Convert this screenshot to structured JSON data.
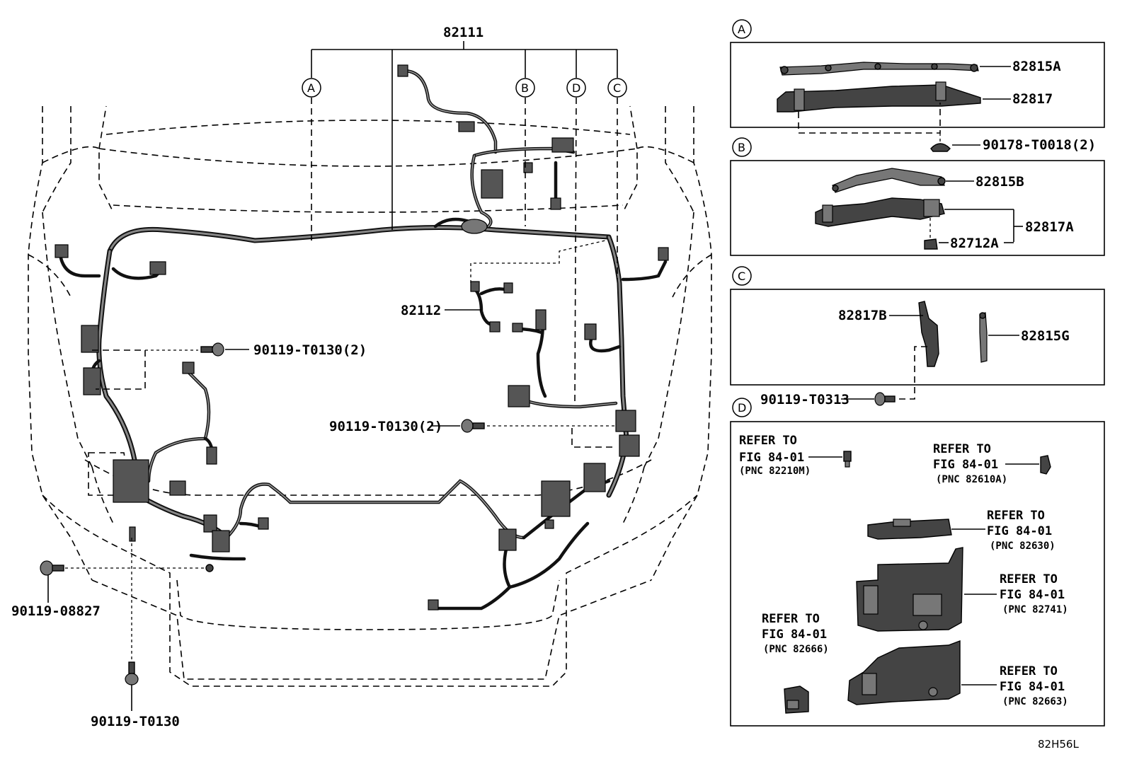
{
  "main_part": "82111",
  "harness": {
    "sub_part": "82112"
  },
  "section_labels": [
    "A",
    "B",
    "C",
    "D"
  ],
  "fasteners": {
    "left_clip": "90119-T0130(2)",
    "center_clip": "90119-T0130(2)",
    "bolt_left": "90119-08827",
    "bolt_bottom": "90119-T0130"
  },
  "box_A": {
    "label": "A",
    "parts": [
      "82815A",
      "82817"
    ],
    "clip": "90178-T0018(2)"
  },
  "box_B": {
    "label": "B",
    "parts": [
      "82815B",
      "82817A",
      "82712A"
    ]
  },
  "box_C": {
    "label": "C",
    "parts": [
      "82817B",
      "82815G"
    ],
    "screw": "90119-T0313"
  },
  "box_D": {
    "label": "D",
    "refs": [
      {
        "line1": "REFER TO",
        "line2": "FIG 84-01",
        "pnc": "(PNC 82210M)"
      },
      {
        "line1": "REFER TO",
        "line2": "FIG 84-01",
        "pnc": "(PNC 82610A)"
      },
      {
        "line1": "REFER TO",
        "line2": "FIG 84-01",
        "pnc": "(PNC 82630)"
      },
      {
        "line1": "REFER TO",
        "line2": "FIG 84-01",
        "pnc": "(PNC 82741)"
      },
      {
        "line1": "REFER TO",
        "line2": "FIG 84-01",
        "pnc": "(PNC 82666)"
      },
      {
        "line1": "REFER TO",
        "line2": "FIG 84-01",
        "pnc": "(PNC 82663)"
      }
    ]
  },
  "diagram_code": "82H56L"
}
